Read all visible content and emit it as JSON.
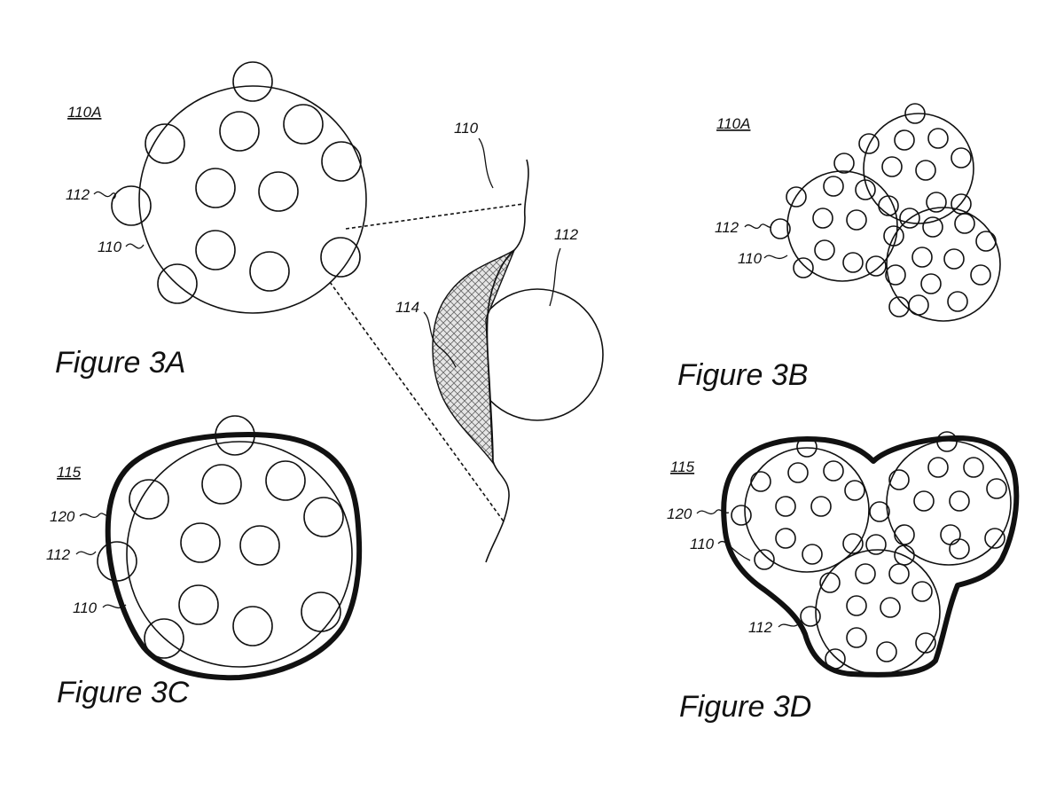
{
  "figures": {
    "a": {
      "caption": "Figure 3A",
      "labels": {
        "particle": "110A",
        "protrusion": "112",
        "core": "110"
      }
    },
    "b": {
      "caption": "Figure 3B",
      "labels": {
        "particle": "110A",
        "protrusion": "112",
        "core": "110"
      }
    },
    "c": {
      "caption": "Figure 3C",
      "labels": {
        "composite": "115",
        "coating": "120",
        "protrusion": "112",
        "core": "110"
      }
    },
    "d": {
      "caption": "Figure 3D",
      "labels": {
        "composite": "115",
        "coating": "120",
        "core": "110",
        "protrusion": "112"
      }
    },
    "detail": {
      "labels": {
        "surface": "110",
        "protrusion": "112",
        "bond_region": "114"
      }
    }
  }
}
